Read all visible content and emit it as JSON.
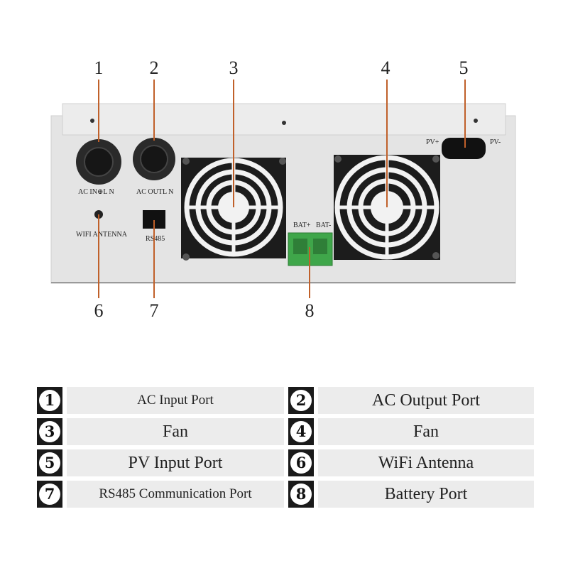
{
  "callouts": [
    "1",
    "2",
    "3",
    "4",
    "5",
    "6",
    "7",
    "8"
  ],
  "panel_labels": {
    "ac_in": "AC IN⊕L N",
    "ac_out": "AC OUTL N",
    "wifi": "WIFI ANTENNA",
    "rs485": "RS485",
    "bat_plus": "BAT+",
    "bat_minus": "BAT-",
    "pv_plus": "PV+",
    "pv_minus": "PV-"
  },
  "legend": [
    {
      "num": "1",
      "label": "AC Input Port"
    },
    {
      "num": "2",
      "label": "AC Output Port"
    },
    {
      "num": "3",
      "label": "Fan"
    },
    {
      "num": "4",
      "label": "Fan"
    },
    {
      "num": "5",
      "label": "PV Input Port"
    },
    {
      "num": "6",
      "label": "WiFi Antenna"
    },
    {
      "num": "7",
      "label": "RS485 Communication Port"
    },
    {
      "num": "8",
      "label": "Battery Port"
    }
  ],
  "colors": {
    "leader": "#c0602a",
    "panel": "#e6e6e6",
    "terminal_green": "#3fa64a"
  }
}
